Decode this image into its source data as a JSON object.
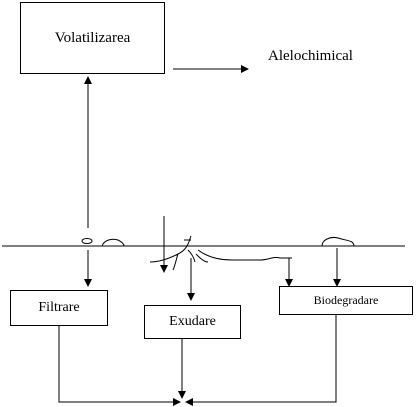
{
  "diagram": {
    "nodes": {
      "volatilizare": "Volatilizarea",
      "alelochimical": "Alelochimical",
      "filtrare": "Filtrare",
      "exudare": "Exudare",
      "biodegradare": "Biodegradare"
    },
    "line_color": "#000000"
  }
}
